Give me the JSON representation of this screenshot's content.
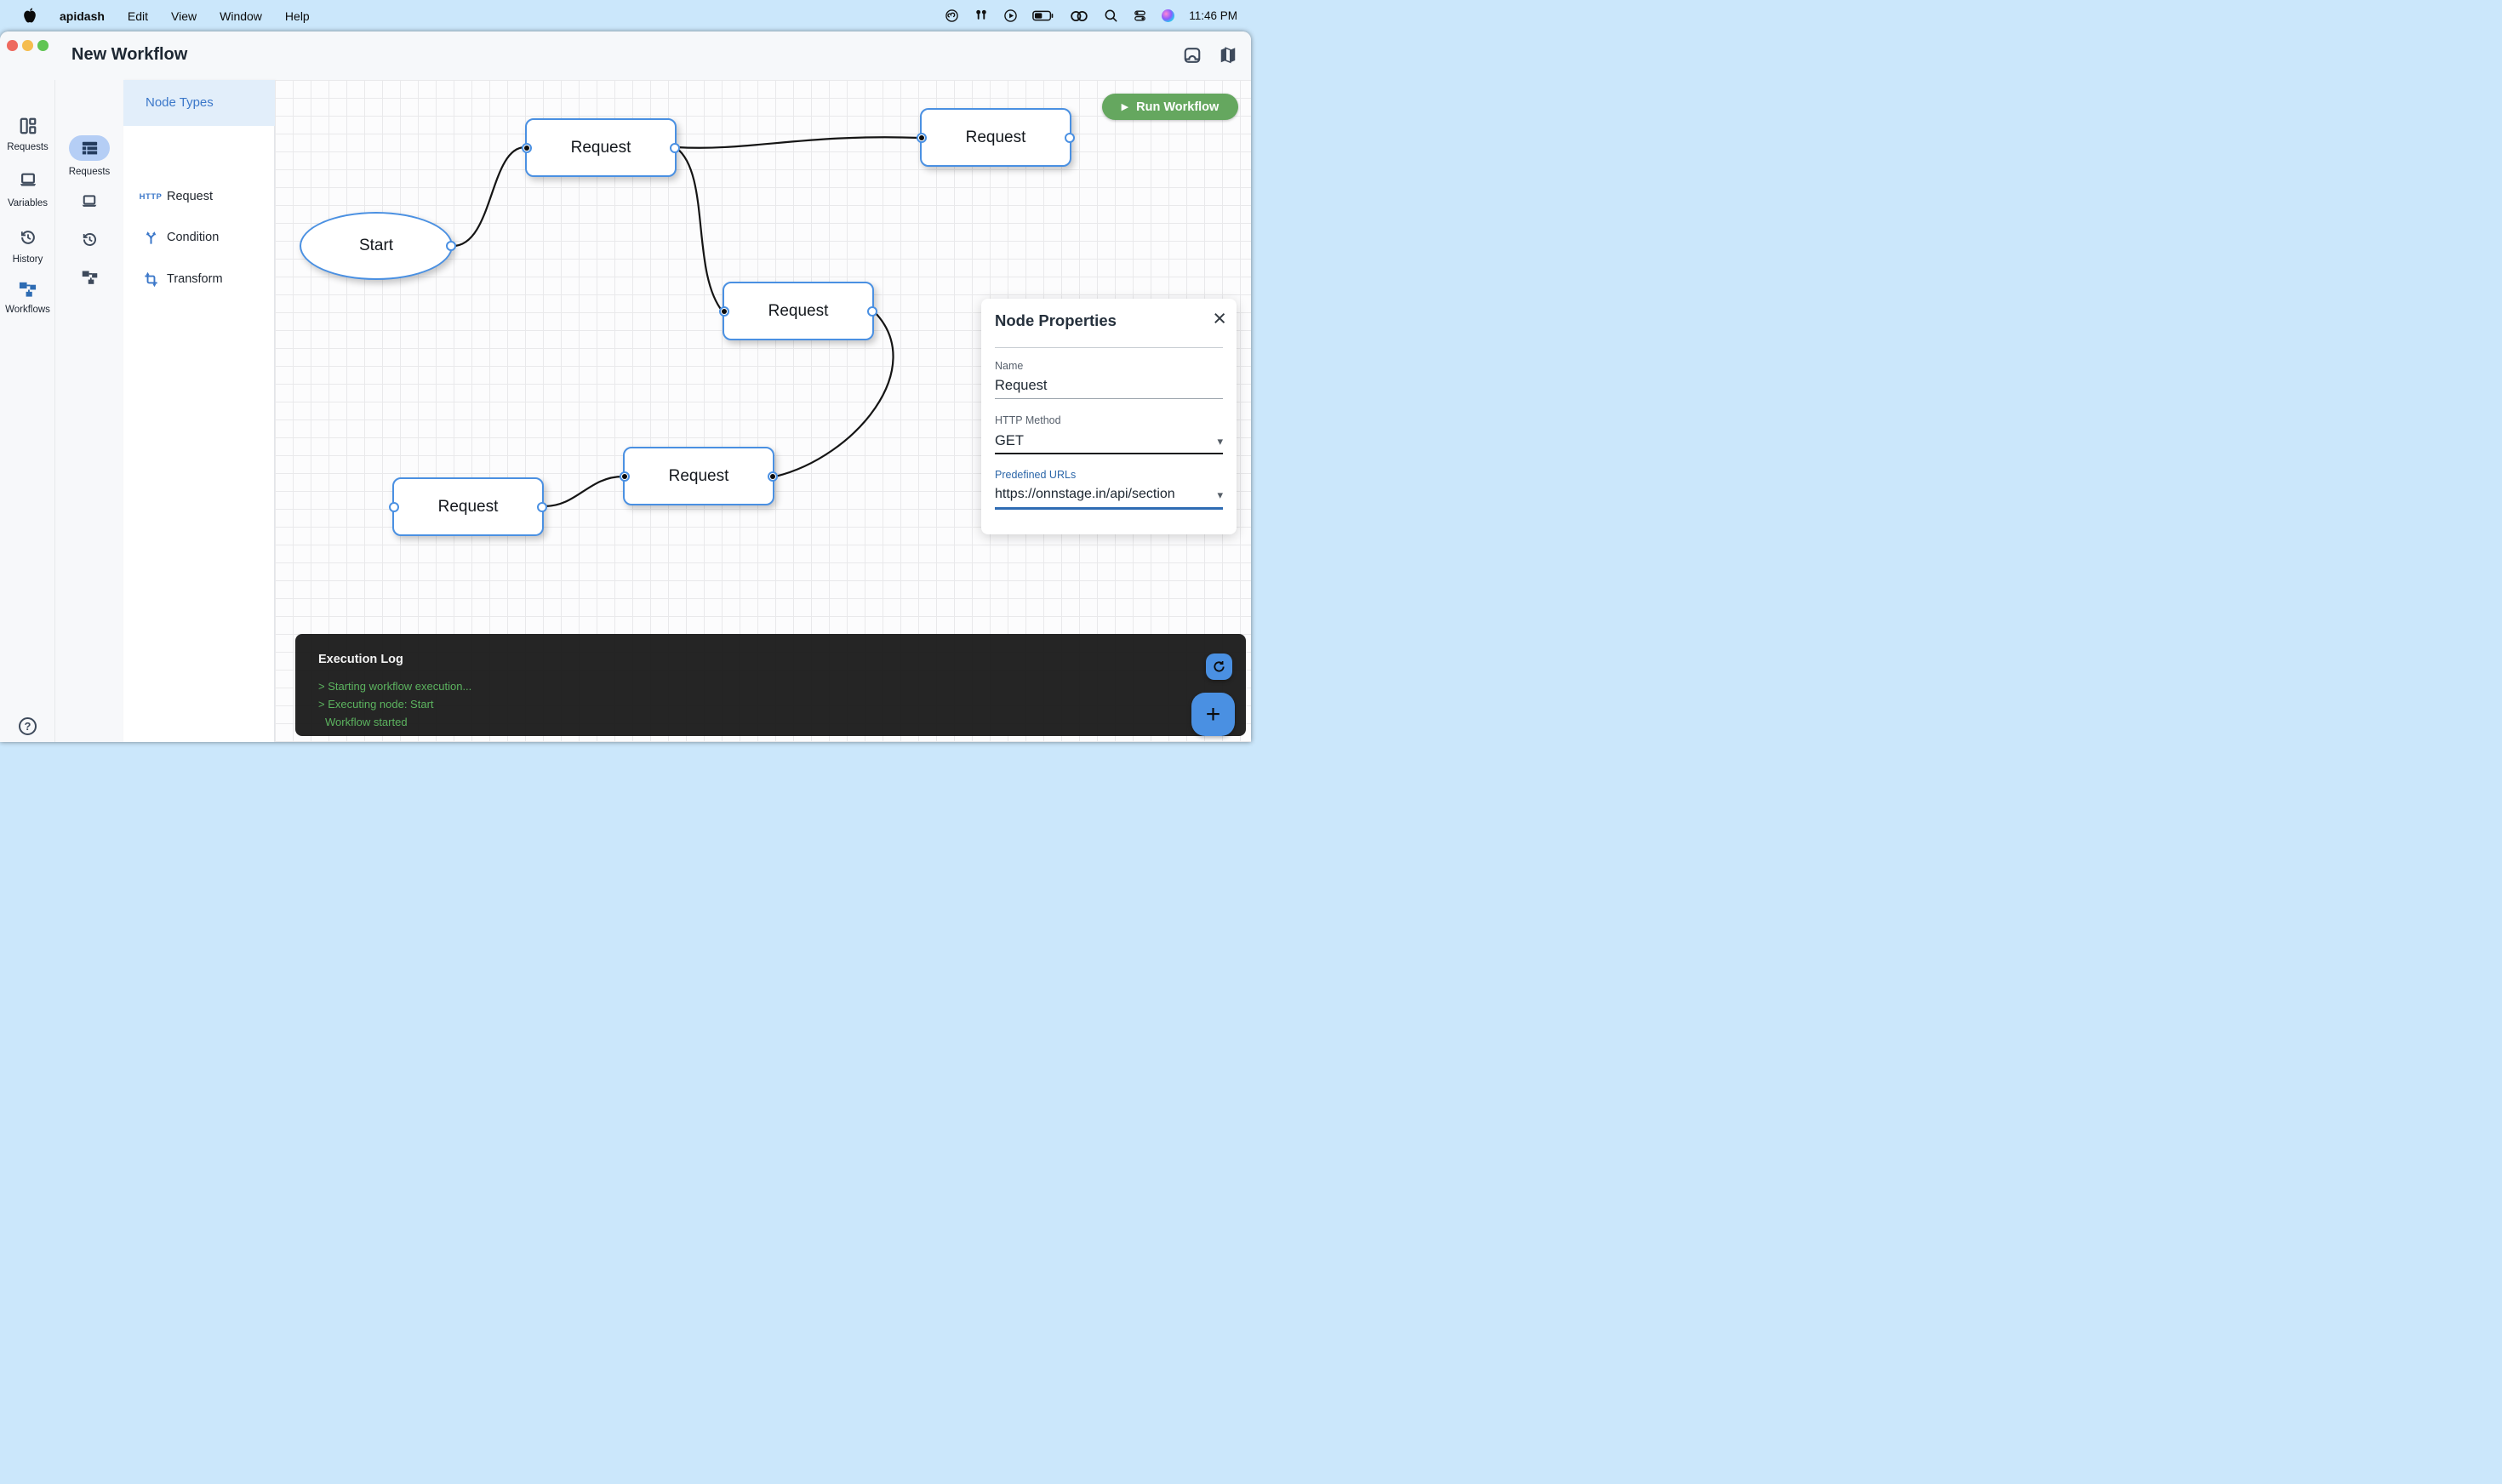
{
  "menu_bar": {
    "app_name": "apidash",
    "items": [
      "Edit",
      "View",
      "Window",
      "Help"
    ],
    "time": "11:46 PM",
    "status_icons": [
      "creative-cloud",
      "airpods",
      "play-circle",
      "battery",
      "hotspot-rings",
      "spotlight-search",
      "control-center",
      "siri"
    ]
  },
  "window": {
    "title": "New Workflow"
  },
  "sidebar": {
    "items": [
      {
        "label": "Requests",
        "icon": "dashboard"
      },
      {
        "label": "Variables",
        "icon": "laptop"
      },
      {
        "label": "History",
        "icon": "history-clock"
      },
      {
        "label": "Workflows",
        "icon": "workflow-tree",
        "active": true
      }
    ],
    "bottom_icons": [
      "help",
      "settings-gear"
    ]
  },
  "secondary_sidebar": {
    "active_label": "Requests",
    "icons": [
      "table",
      "laptop",
      "history-clock",
      "workflow-tree"
    ]
  },
  "node_types": {
    "title": "Node Types",
    "http_badge": "HTTP",
    "items": [
      {
        "label": "Request",
        "icon": "http-badge"
      },
      {
        "label": "Condition",
        "icon": "branch-arrows"
      },
      {
        "label": "Transform",
        "icon": "crop-arrows"
      }
    ]
  },
  "canvas": {
    "run_button_label": "Run Workflow",
    "nodes": [
      {
        "label": "Start",
        "shape": "ellipse"
      },
      {
        "label": "Request",
        "shape": "rect"
      },
      {
        "label": "Request",
        "shape": "rect"
      },
      {
        "label": "Request",
        "shape": "rect"
      },
      {
        "label": "Request",
        "shape": "rect"
      },
      {
        "label": "Request",
        "shape": "rect"
      }
    ]
  },
  "properties_panel": {
    "title": "Node Properties",
    "name_label": "Name",
    "name_value": "Request",
    "method_label": "HTTP Method",
    "method_value": "GET",
    "urls_label": "Predefined URLs",
    "urls_value": "https://onnstage.in/api/section"
  },
  "execution_log": {
    "title": "Execution Log",
    "lines": [
      "> Starting workflow execution...",
      "> Executing node: Start",
      "Workflow started"
    ]
  },
  "colors": {
    "accent": "#4a90e2",
    "run_green": "#65a75f",
    "log_green": "#5cb35f",
    "menubar": "#cbe7fb"
  }
}
